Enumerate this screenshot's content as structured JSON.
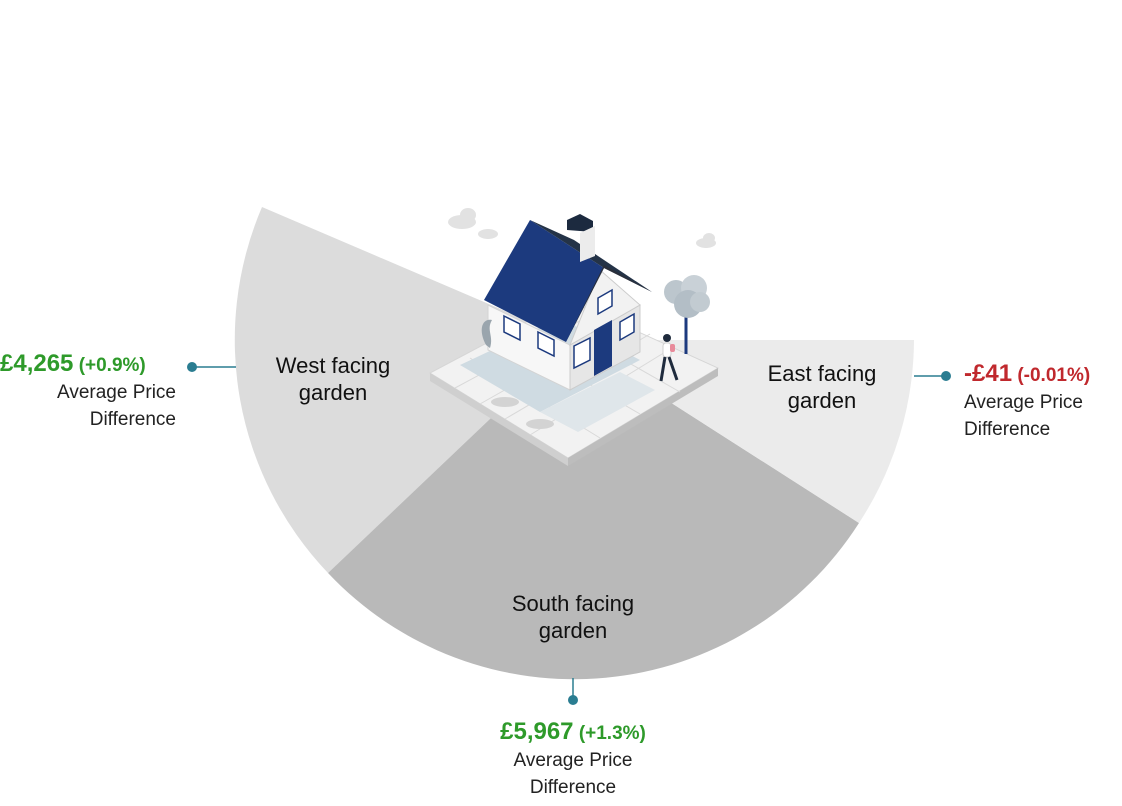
{
  "colors": {
    "west_segment": "#dcdcdc",
    "south_segment": "#b9b9b9",
    "east_segment": "#ebebeb",
    "connector": "#2a7d91",
    "positive": "#2e9a2a",
    "negative": "#c0282d",
    "roof": "#1c3a7e"
  },
  "segments": [
    {
      "id": "west",
      "label_line1": "West facing",
      "label_line2": "garden",
      "amount": "£4,265",
      "pct": "(+0.9%)",
      "sign": "positive",
      "caption_line1": "Average Price",
      "caption_line2": "Difference"
    },
    {
      "id": "east",
      "label_line1": "East facing",
      "label_line2": "garden",
      "amount": "-£41",
      "pct": "(-0.01%)",
      "sign": "negative",
      "caption_line1": "Average Price",
      "caption_line2": "Difference"
    },
    {
      "id": "south",
      "label_line1": "South facing",
      "label_line2": "garden",
      "amount": "£5,967",
      "pct": "(+1.3%)",
      "sign": "positive",
      "caption_line1": "Average Price",
      "caption_line2": "Difference"
    }
  ],
  "icons": [
    "house-illustration",
    "tree-icon",
    "person-icon",
    "cloud-icon"
  ]
}
